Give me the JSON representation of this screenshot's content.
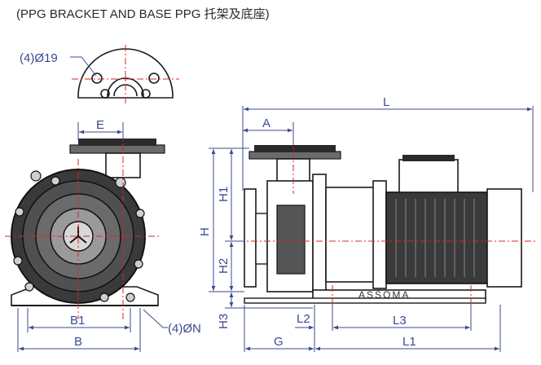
{
  "title": "(PPG BRACKET AND BASE    PPG 托架及底座)",
  "labels": {
    "holes_top": "(4)Ø19",
    "holes_base": "(4)ØN",
    "E": "E",
    "A": "A",
    "L": "L",
    "H": "H",
    "H1": "H1",
    "H2": "H2",
    "H3": "H3",
    "B1": "B1",
    "B": "B",
    "L2": "L2",
    "L3": "L3",
    "G": "G",
    "L1": "L1",
    "brand": "ASSOMA"
  },
  "colors": {
    "line": "#1a1a1a",
    "center": "#d9252a",
    "dim": "#3b4a8f"
  }
}
